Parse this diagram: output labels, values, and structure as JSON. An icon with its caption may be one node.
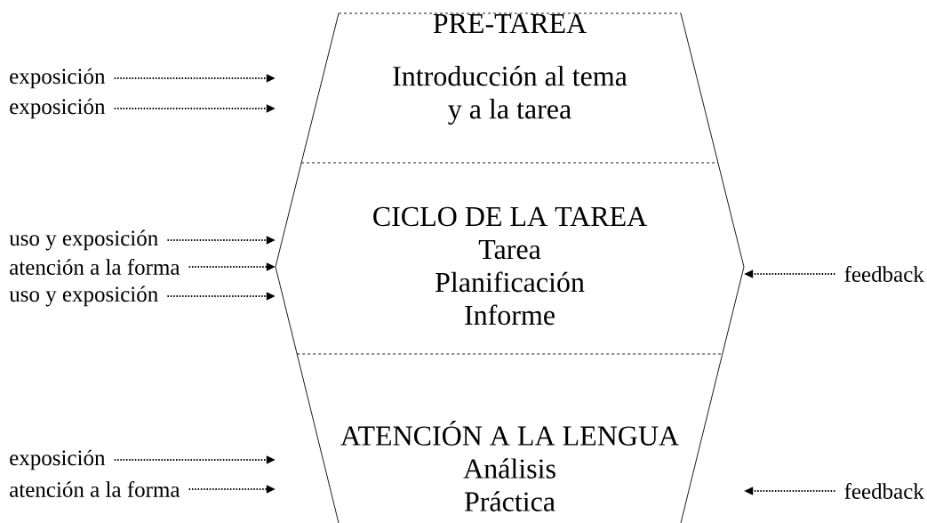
{
  "diagram": {
    "nodes": [
      {
        "text": [
          "PRE-TAREA",
          "Introducción al tema y a la tarea"
        ]
      },
      {
        "text": [
          "CICLO DE LA TAREA",
          "Tarea",
          "Planificación",
          "Informe"
        ]
      },
      {
        "text": [
          "ATENCIÓN A LA LENGUA",
          "Análisis",
          "Práctica"
        ]
      },
      {
        "text": [
          "exposición"
        ]
      },
      {
        "text": [
          "exposición"
        ]
      },
      {
        "text": [
          "uso y exposición"
        ]
      },
      {
        "text": [
          "atención a la forma"
        ]
      },
      {
        "text": [
          "uso y exposición"
        ]
      },
      {
        "text": [
          "feedback"
        ]
      },
      {
        "text": [
          "exposición"
        ]
      },
      {
        "text": [
          "atención a la forma"
        ]
      },
      {
        "text": [
          "feedback"
        ]
      }
    ],
    "edges": [
      {
        "from": 3,
        "to": 0,
        "arrow": "to"
      },
      {
        "from": 4,
        "to": 0,
        "arrow": "to"
      },
      {
        "from": 5,
        "to": 1,
        "arrow": "to"
      },
      {
        "from": 6,
        "to": 1,
        "arrow": "to"
      },
      {
        "from": 7,
        "to": 1,
        "arrow": "to"
      },
      {
        "from": 8,
        "to": 1,
        "arrow": "to"
      },
      {
        "from": 9,
        "to": 2,
        "arrow": "to"
      },
      {
        "from": 10,
        "to": 2,
        "arrow": "to"
      },
      {
        "from": 11,
        "to": 2,
        "arrow": "to"
      }
    ]
  }
}
